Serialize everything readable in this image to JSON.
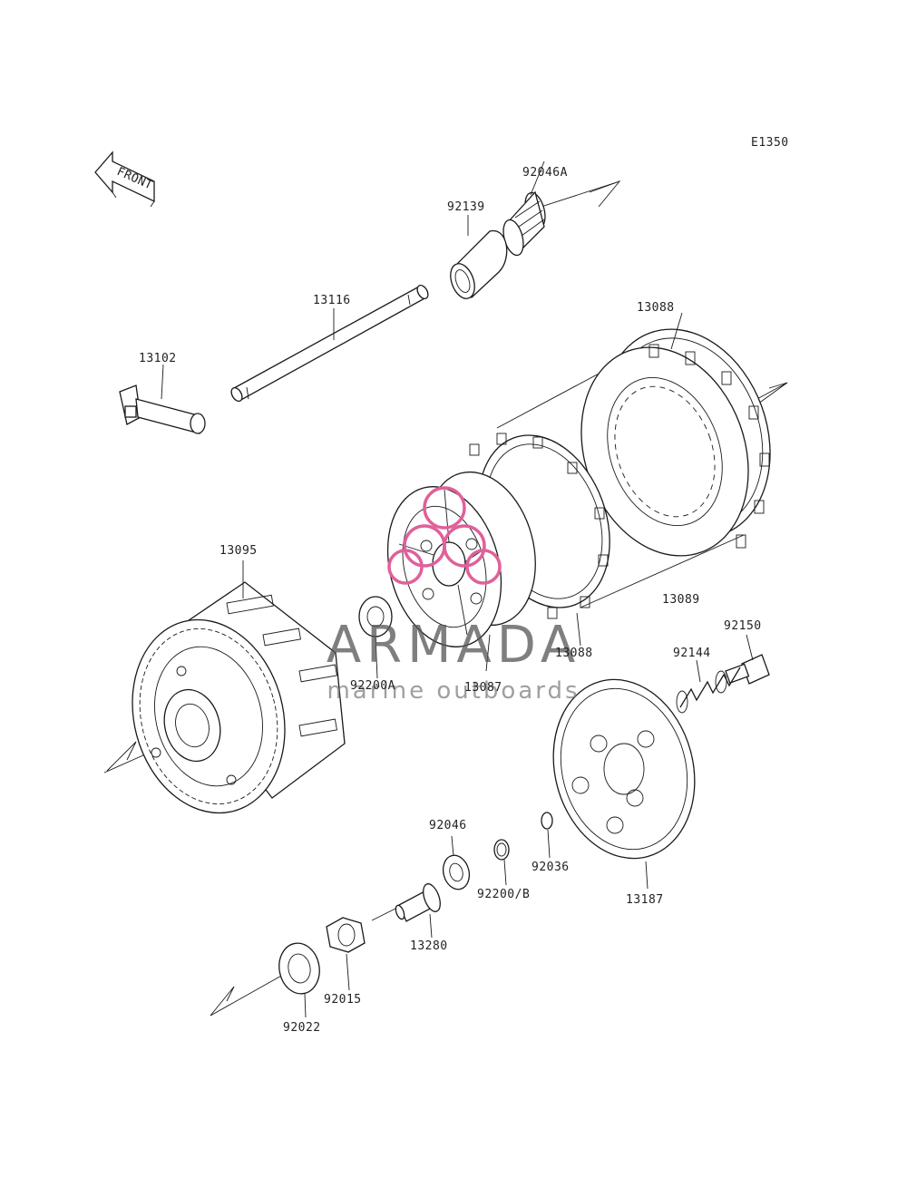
{
  "diagram_code": "E1350",
  "front_label": "FRONT",
  "watermark": {
    "title": "ARMADA",
    "subtitle": "marine outboards",
    "accent": "#e0609a"
  },
  "parts": {
    "p92046A": "92046A",
    "p92139": "92139",
    "p13116": "13116",
    "p13102": "13102",
    "p13088a": "13088",
    "p13089": "13089",
    "p13088b": "13088",
    "p13087": "13087",
    "p13095": "13095",
    "p92200A": "92200A",
    "p92150": "92150",
    "p92144": "92144",
    "p92046": "92046",
    "p92036": "92036",
    "p92200B": "92200/B",
    "p13187": "13187",
    "p13280": "13280",
    "p92015": "92015",
    "p92022": "92022"
  }
}
